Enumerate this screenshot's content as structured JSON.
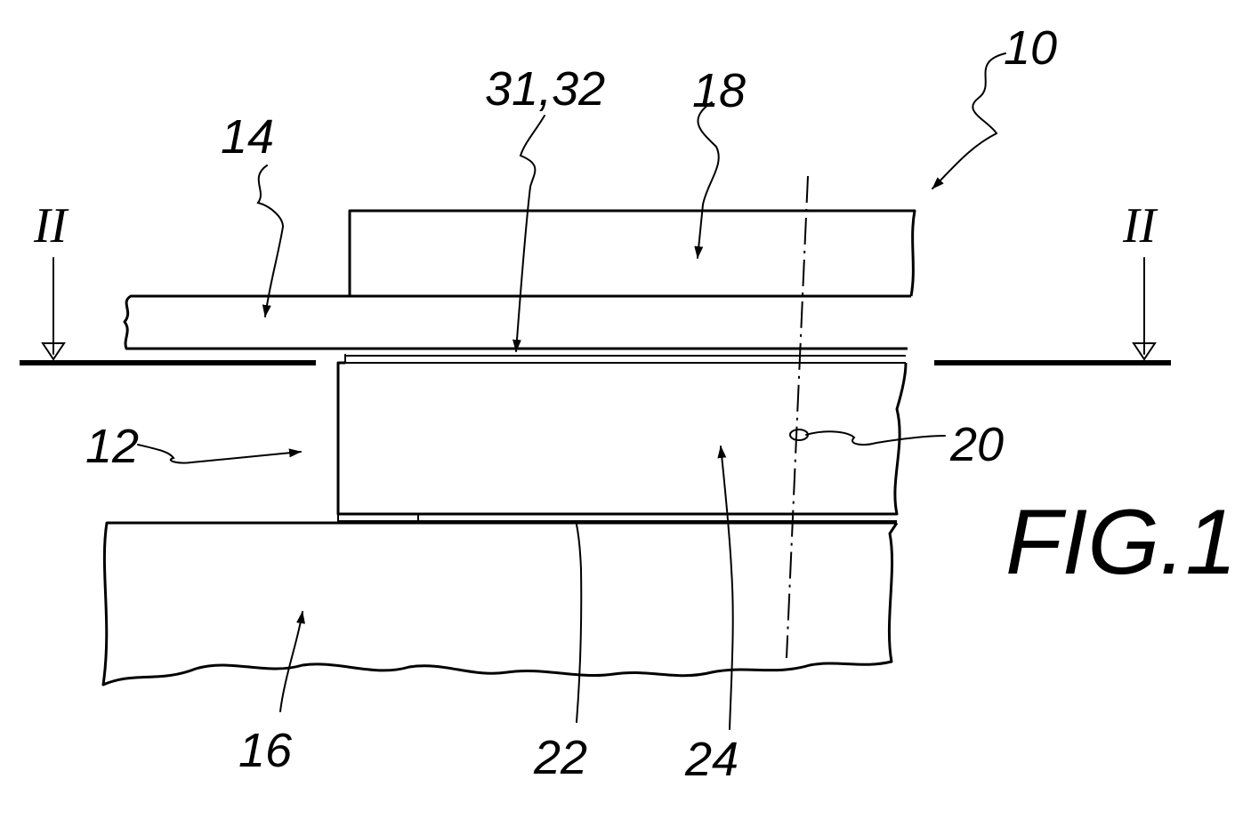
{
  "figure": {
    "caption": "FIG.1"
  },
  "labels": {
    "ref_10": "10",
    "ref_12": "12",
    "ref_14": "14",
    "ref_16": "16",
    "ref_18": "18",
    "ref_20": "20",
    "ref_22": "22",
    "ref_24": "24",
    "ref_31_32": "31,32",
    "section_left": "II",
    "section_right": "II"
  }
}
